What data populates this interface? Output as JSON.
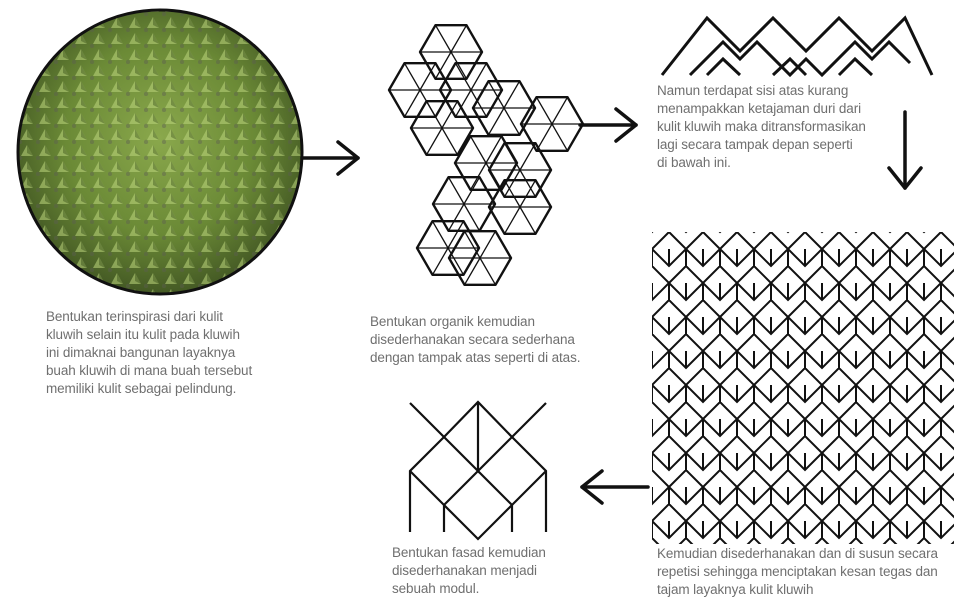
{
  "captions": {
    "photo": "Bentukan terinspirasi dari kulit\nkluwih selain itu kulit pada kluwih\nini dimaknai bangunan layaknya\nbuah kluwih di mana buah tersebut\nmemiliki kulit sebagai pelindung.",
    "organic": "Bentukan organik kemudian\ndisederhanakan secara sederhana\ndengan tampak atas seperti di atas.",
    "front_view": "Namun terdapat sisi atas kurang\nmenampakkan ketajaman duri dari\nkulit kluwih maka ditransformasikan\nlagi secara tampak depan seperti\ndi bawah ini.",
    "pattern": "Kemudian disederhanakan dan di susun secara\nrepetisi sehingga menciptakan kesan tegas dan\ntajam layaknya kulit kluwih",
    "module": "Bentukan fasad kemudian\ndisederhanakan menjadi\nsebuah modul."
  },
  "colors": {
    "caption_text": "#6f6f6f",
    "line": "#111111",
    "fruit_base": "#6f8f3a",
    "fruit_dark": "#3c4f22"
  },
  "icons": [
    "arrow-right-icon",
    "arrow-down-icon",
    "arrow-left-icon"
  ]
}
